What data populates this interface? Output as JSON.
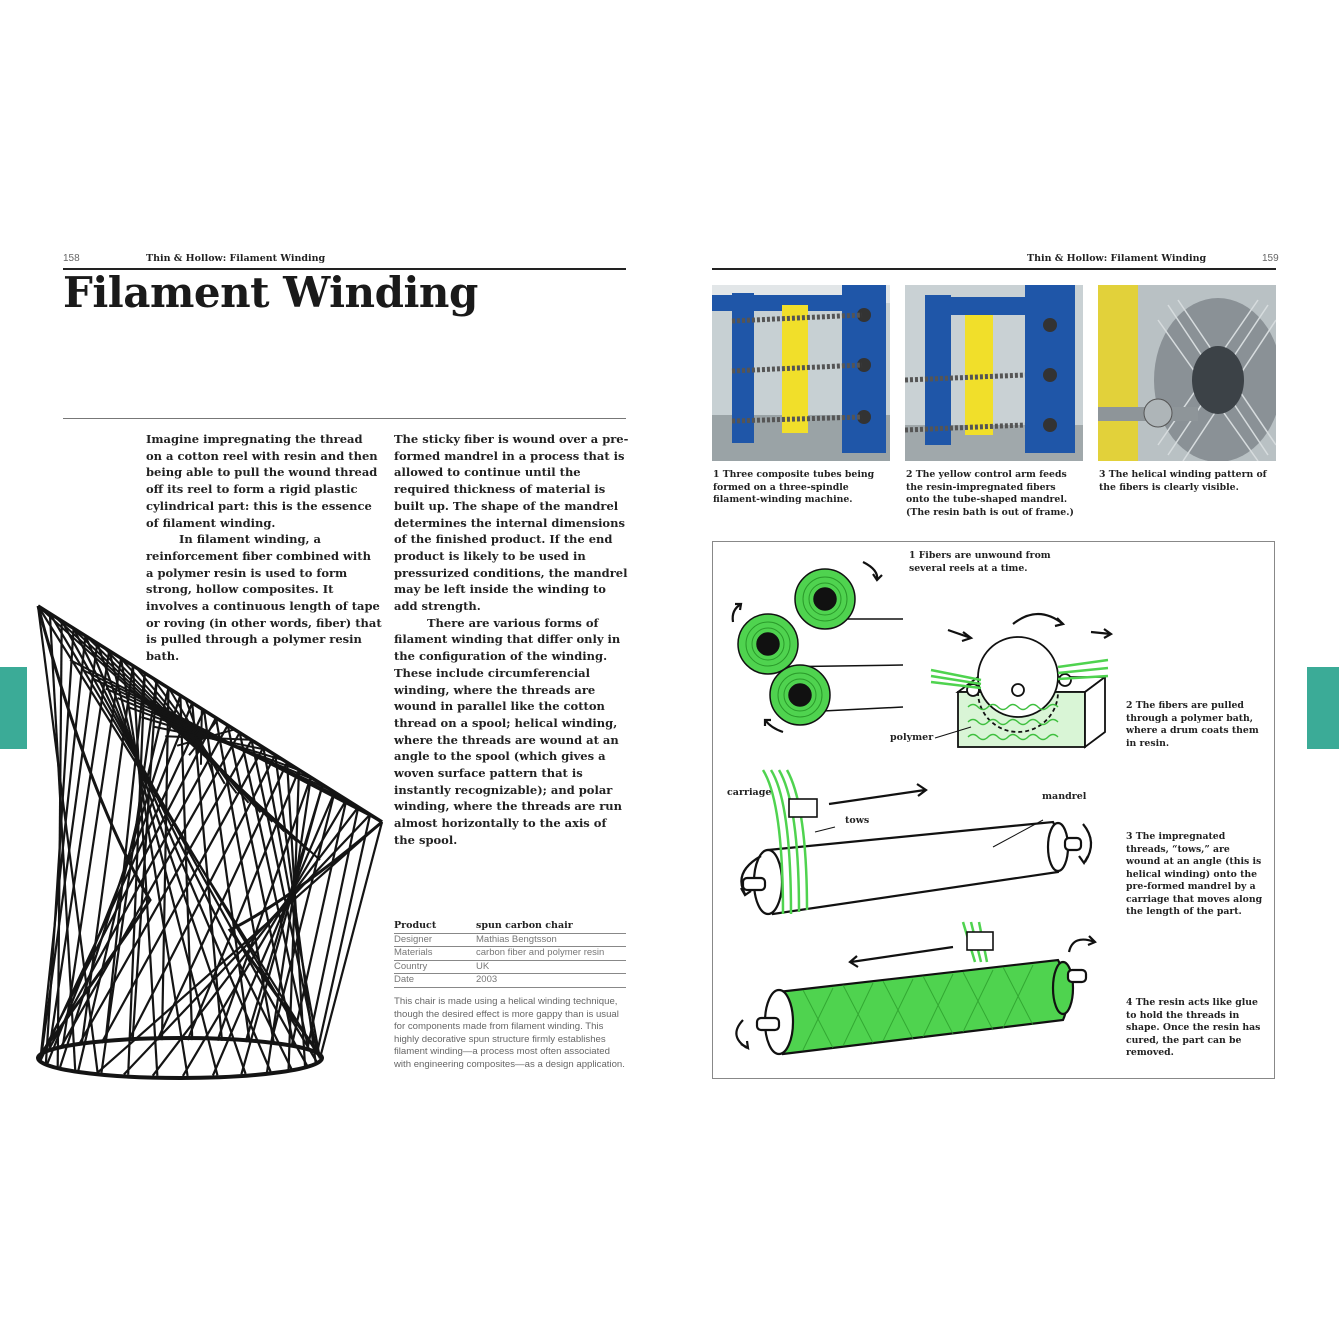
{
  "left_page": {
    "folio": "158",
    "running_head": "Thin & Hollow: Filament Winding",
    "title": "Filament Winding",
    "col1": {
      "p1": "Imagine impregnating the thread on a cotton reel with resin and then being able to pull the wound thread off its reel to form a rigid plastic cylindrical part: this is the essence of filament winding.",
      "p2": "In filament winding, a reinforcement fiber combined with a polymer resin is used to form strong, hollow composites. It involves a continuous length of tape or roving (in other words, fiber) that is pulled through a polymer resin bath."
    },
    "col2": {
      "p1": "The sticky fiber is wound over a pre-formed mandrel in a process that is allowed to continue until the required thickness of material is built up. The shape of the mandrel determines the internal dimensions of the finished product. If the end product is likely to be used in pressurized conditions, the mandrel may be left inside the winding to add strength.",
      "p2": "There are various forms of filament winding that differ only in the configuration of the winding. These include circumferencial winding, where the threads are wound in parallel like the cotton thread on a spool; helical winding, where the threads are wound at an angle to the spool (which gives a woven surface pattern that is instantly recognizable); and polar winding, where the threads are run almost horizontally to the axis of the spool."
    },
    "specs": [
      {
        "key": "Product",
        "value": "spun carbon chair"
      },
      {
        "key": "Designer",
        "value": "Mathias Bengtsson"
      },
      {
        "key": "Materials",
        "value": "carbon fiber and polymer resin"
      },
      {
        "key": "Country",
        "value": "UK"
      },
      {
        "key": "Date",
        "value": "2003"
      }
    ],
    "description": "This chair is made using a helical winding technique, though the desired effect is more gappy than is usual for components made from filament winding. This highly decorative spun structure firmly establishes filament winding—a process most often associated with engineering composites—as a design application."
  },
  "right_page": {
    "folio": "159",
    "running_head": "Thin & Hollow: Filament Winding",
    "photo_captions": [
      "1  Three composite tubes being formed on a three-spindle filament-winding machine.",
      "2  The yellow control arm feeds the resin-impregnated fibers onto the tube-shaped mandrel. (The resin bath is out of frame.)",
      "3  The helical winding pattern of the fibers is clearly visible."
    ],
    "diagram": {
      "step1": "1  Fibers are unwound from several reels at a time.",
      "step2": "2  The fibers are pulled through a polymer bath, where a drum coats them in resin.",
      "step3": "3  The impregnated threads, “tows,” are wound at an angle (this is helical winding) onto the pre-formed mandrel by a carriage that moves along the length of the part.",
      "step4": "4  The resin acts like glue to hold the threads in shape. Once the resin has cured, the part can be removed.",
      "labels": {
        "polymer": "polymer",
        "carriage": "carriage",
        "tows": "tows",
        "mandrel": "mandrel"
      }
    }
  },
  "colors": {
    "tab": "#3bab97",
    "fiber_green": "#4fd34f",
    "machine_blue": "#1f56a8",
    "machine_yellow": "#f1df2a"
  }
}
